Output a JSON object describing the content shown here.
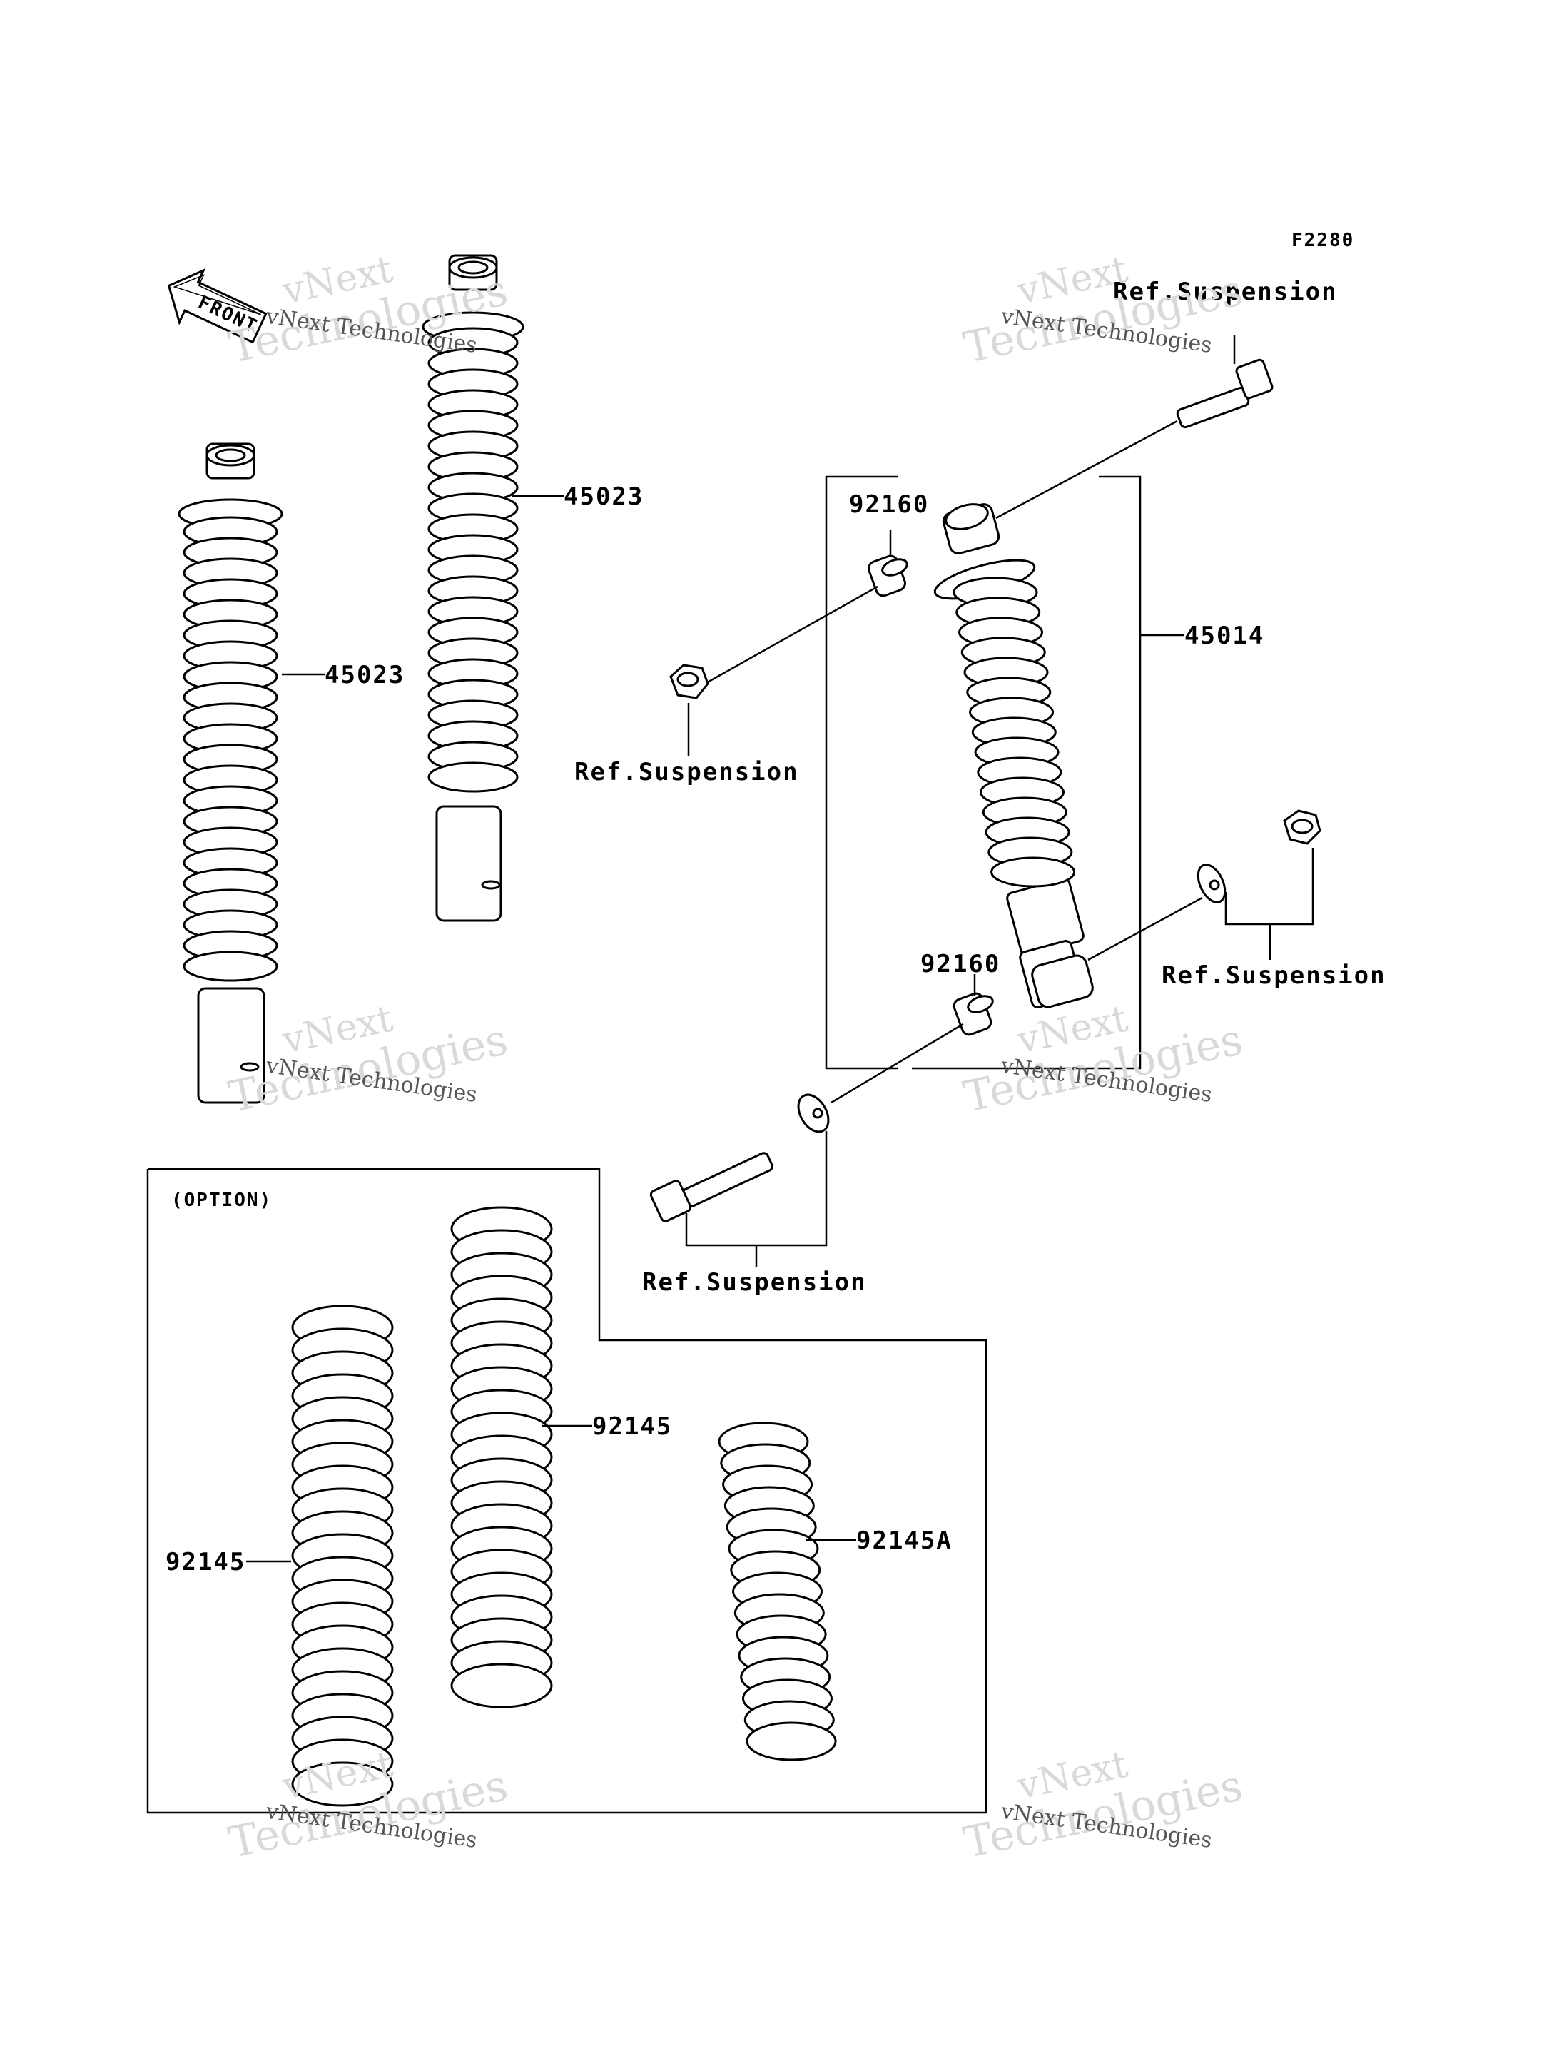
{
  "figure_code": "F2280",
  "front_arrow_label": "FRONT",
  "option_label": "(OPTION)",
  "parts": {
    "shock_left": "45023",
    "shock_middle": "45023",
    "shock_assembly": "45014",
    "bushing_upper": "92160",
    "bushing_lower": "92160",
    "spring_left": "92145",
    "spring_middle": "92145",
    "spring_right": "92145A"
  },
  "references": {
    "top_bolt": "Ref.Suspension",
    "upper_nut": "Ref.Suspension",
    "lower_right": "Ref.Suspension",
    "lower_bolt": "Ref.Suspension"
  },
  "watermark": {
    "brand_line1": "vNext",
    "brand_line2": "Technologies",
    "caption": "vNext Technologies"
  }
}
